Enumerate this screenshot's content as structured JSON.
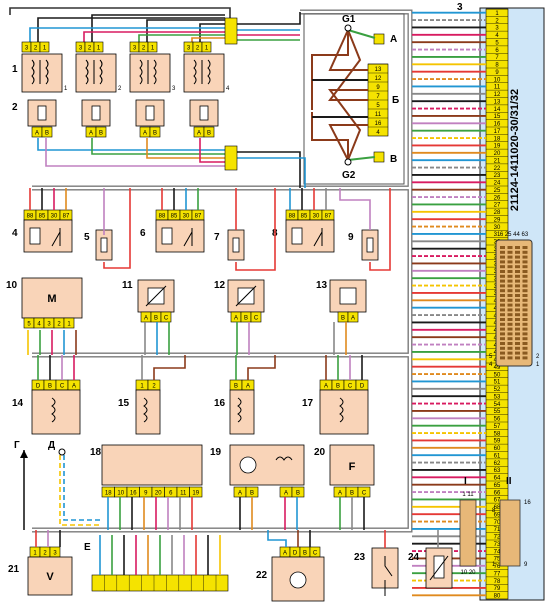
{
  "ecu": {
    "title": "21124-1411020-30/31/32",
    "pins": [
      "1",
      "2",
      "3",
      "4",
      "5",
      "6",
      "7",
      "8",
      "9",
      "10",
      "11",
      "12",
      "13",
      "14",
      "15",
      "16",
      "17",
      "18",
      "19",
      "20",
      "21",
      "22",
      "23",
      "24",
      "25",
      "26",
      "27",
      "28",
      "29",
      "30",
      "31",
      "32",
      "33",
      "34",
      "35",
      "36",
      "37",
      "38",
      "39",
      "40",
      "41",
      "42",
      "43",
      "44",
      "45",
      "46",
      "47",
      "48",
      "49",
      "50",
      "51",
      "52",
      "53",
      "54",
      "55",
      "56",
      "57",
      "58",
      "59",
      "60",
      "61",
      "62",
      "63",
      "64",
      "65",
      "66",
      "67",
      "68",
      "69",
      "70",
      "71",
      "72",
      "73",
      "74",
      "75",
      "76",
      "77",
      "78",
      "79",
      "80"
    ],
    "connector_labels": {
      "top": "6 25 44 63",
      "left_top": "5",
      "left_bottom": "4",
      "right_top": "2",
      "right_bottom": "1"
    },
    "harness_label": "3"
  },
  "ground_block": {
    "g1": "G1",
    "g2": "G2",
    "a": "A",
    "b": "Б",
    "v": "В",
    "pins": [
      "13",
      "12",
      "9",
      "7",
      "5",
      "11",
      "16",
      "4"
    ]
  },
  "components": [
    {
      "id": "1",
      "label": "1"
    },
    {
      "id": "2",
      "label": "2"
    },
    {
      "id": "4",
      "label": "4"
    },
    {
      "id": "5",
      "label": "5"
    },
    {
      "id": "6",
      "label": "6"
    },
    {
      "id": "7",
      "label": "7"
    },
    {
      "id": "8",
      "label": "8"
    },
    {
      "id": "9",
      "label": "9"
    },
    {
      "id": "10",
      "label": "10",
      "inner": "M"
    },
    {
      "id": "11",
      "label": "11"
    },
    {
      "id": "12",
      "label": "12"
    },
    {
      "id": "13",
      "label": "13"
    },
    {
      "id": "14",
      "label": "14"
    },
    {
      "id": "15",
      "label": "15"
    },
    {
      "id": "16",
      "label": "16"
    },
    {
      "id": "17",
      "label": "17"
    },
    {
      "id": "18",
      "label": "18"
    },
    {
      "id": "19",
      "label": "19"
    },
    {
      "id": "20",
      "label": "20",
      "inner": "F"
    },
    {
      "id": "21",
      "label": "21",
      "inner": "V"
    },
    {
      "id": "22",
      "label": "22"
    },
    {
      "id": "23",
      "label": "23"
    },
    {
      "id": "24",
      "label": "24"
    }
  ],
  "coil_pins": [
    "3",
    "2",
    "1"
  ],
  "coil_numbers": [
    "1",
    "2",
    "3",
    "4"
  ],
  "injector_pins": [
    "A",
    "B"
  ],
  "relay_pins": [
    "88",
    "85",
    "30",
    "87"
  ],
  "m_pins": [
    "5",
    "4",
    "3",
    "2",
    "1"
  ],
  "sensor_abc": [
    "A",
    "B",
    "C"
  ],
  "sensor_ba": [
    "B",
    "A"
  ],
  "s14_pins": [
    "D",
    "B",
    "C",
    "A"
  ],
  "s15_pins": [
    "1",
    "2"
  ],
  "s17_pins": [
    "A",
    "B",
    "C",
    "D"
  ],
  "s18_pins": [
    "18",
    "10",
    "16",
    "9",
    "20",
    "6",
    "11",
    "19"
  ],
  "s21_pins": [
    "1",
    "2",
    "3"
  ],
  "s22_pins": [
    "A",
    "D",
    "B",
    "C"
  ],
  "wire_labels": {
    "g": "Г",
    "d": "Д",
    "e": "Е"
  },
  "connector_views": {
    "i": "I",
    "ii": "II",
    "i_top": "1 11",
    "i_bottom": "10 20",
    "ii_top": "16",
    "ii_left": "8",
    "ii_bottom_left": "1",
    "ii_bottom_right": "9"
  },
  "colors": {
    "connector": "#f5e300",
    "component": "#f9d4b8",
    "ecu": "#cfe6f8",
    "harness": "#7a7a7a",
    "ecu_connector": "#e7b878"
  }
}
